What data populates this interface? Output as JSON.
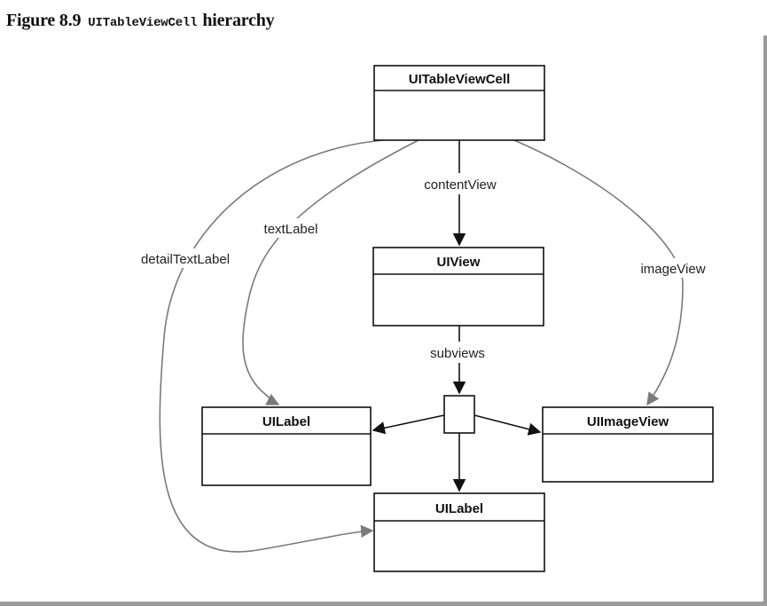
{
  "figure": {
    "number": "Figure 8.9",
    "code": "UITableViewCell",
    "title_rest": "hierarchy"
  },
  "nodes": {
    "cell": "UITableViewCell",
    "view": "UIView",
    "junction": "",
    "label_left": "UILabel",
    "image_view": "UIImageView",
    "label_bottom": "UILabel"
  },
  "edges": {
    "content_view": "contentView",
    "subviews": "subviews",
    "text_label": "textLabel",
    "detail_text_label": "detailTextLabel",
    "image_view": "imageView"
  },
  "colors": {
    "frame": "#9a9a9a",
    "stroke": "#111111",
    "gray_edge": "#7a7a7a"
  }
}
